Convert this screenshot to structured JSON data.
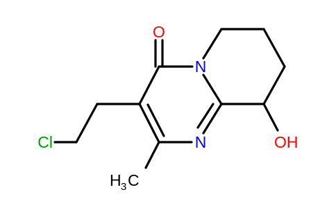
{
  "molecule": {
    "atoms": {
      "oxygen_carbonyl": "O",
      "nitrogen_ring_junction": "N",
      "nitrogen_imine": "N",
      "chlorine": "Cl",
      "hydroxyl": "OH",
      "methyl_h": "H",
      "methyl_subscript": "3",
      "methyl_c": "C"
    }
  },
  "colors": {
    "oxygen": "#ff0000",
    "nitrogen": "#0000ff",
    "chlorine": "#00a000",
    "carbon": "#000000",
    "bond": "#000000"
  }
}
